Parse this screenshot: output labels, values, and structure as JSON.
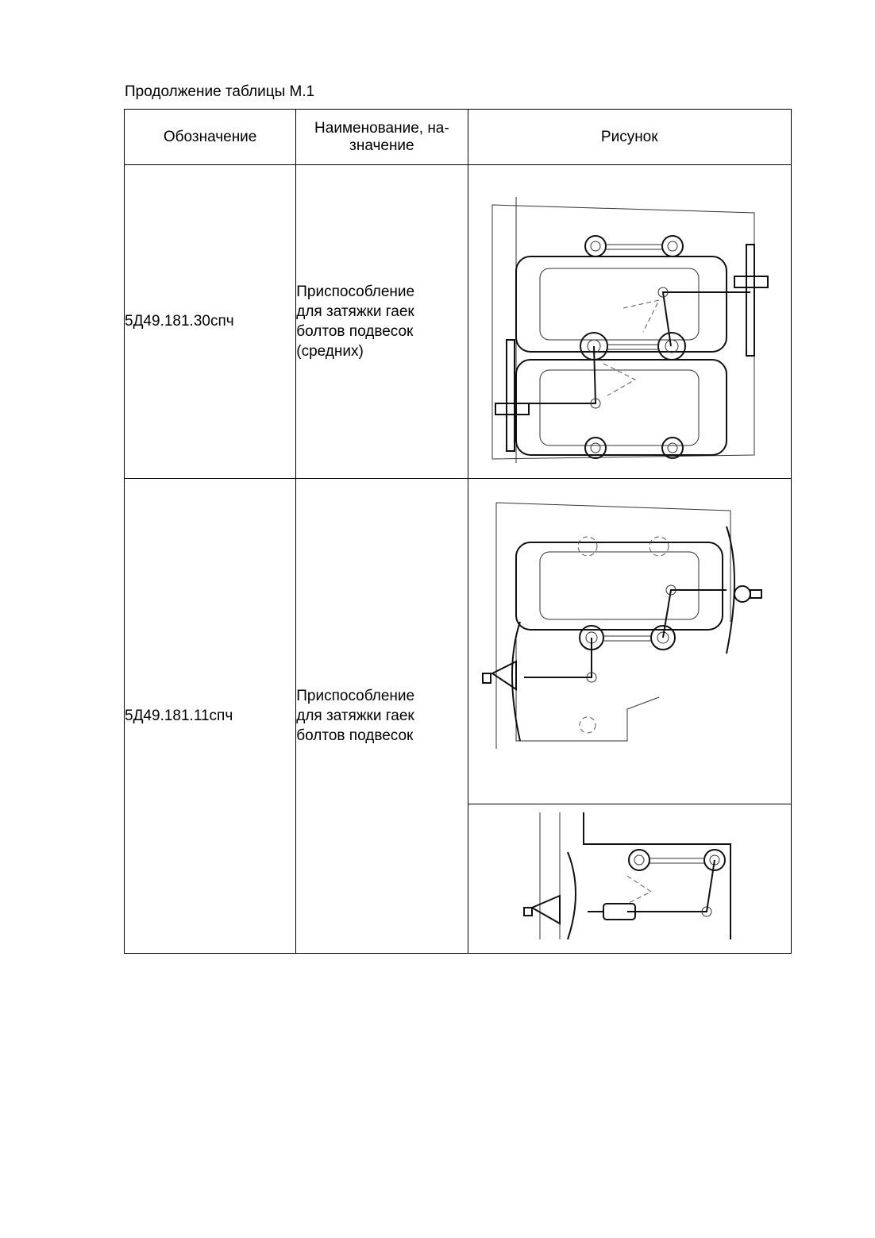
{
  "caption": "Продолжение таблицы М.1",
  "table": {
    "headers": {
      "designation": "Обозначение",
      "name_line1": "Наименование, на-",
      "name_line2": "значение",
      "figure": "Рисунок"
    },
    "rows": [
      {
        "code": "5Д49.181.30спч",
        "name_lines": [
          "Приспособление",
          "для затяжки гаек",
          "болтов подвесок",
          "(средних)"
        ]
      },
      {
        "code": "5Д49.181.11спч",
        "name_lines": [
          "Приспособление",
          "для затяжки гаек",
          "болтов подвесок"
        ]
      }
    ]
  }
}
